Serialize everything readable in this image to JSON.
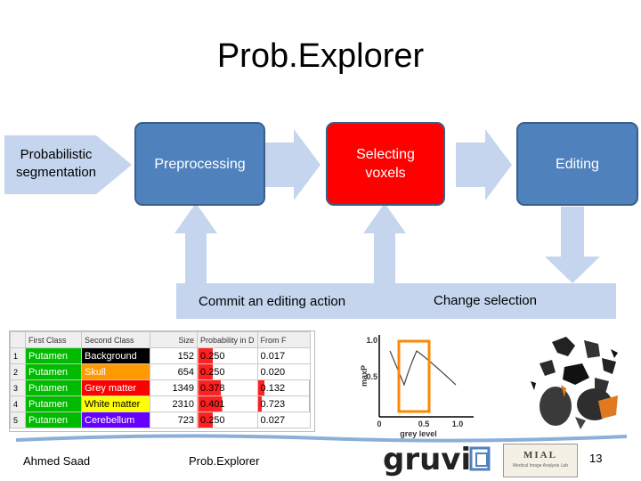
{
  "slide": {
    "title": "Prob.Explorer",
    "page_number": "13"
  },
  "flow": {
    "input_label": "Probabilistic segmentation",
    "preprocessing_label": "Preprocessing",
    "selecting_label": "Selecting voxels",
    "editing_label": "Editing",
    "commit_label": "Commit an editing action",
    "change_label": "Change selection"
  },
  "table": {
    "headers": [
      "First Class",
      "Second Class",
      "Size",
      "Probability in D",
      "From F"
    ],
    "rows": [
      {
        "index": "1",
        "first": "Putamen",
        "second": "Background",
        "size": "152",
        "prob": "0.250",
        "from": "0.017",
        "second_color": "#000000",
        "second_text": "#ffffff"
      },
      {
        "index": "2",
        "first": "Putamen",
        "second": "Skull",
        "size": "654",
        "prob": "0.250",
        "from": "0.020",
        "second_color": "#ff9900",
        "second_text": "#ffffff"
      },
      {
        "index": "3",
        "first": "Putamen",
        "second": "Grey matter",
        "size": "1349",
        "prob": "0.378",
        "from": "0.132",
        "second_color": "#ff0000",
        "second_text": "#ffffff"
      },
      {
        "index": "4",
        "first": "Putamen",
        "second": "White matter",
        "size": "2310",
        "prob": "0.401",
        "from": "0.723",
        "second_color": "#ffff00",
        "second_text": "#000000"
      },
      {
        "index": "5",
        "first": "Putamen",
        "second": "Cerebellum",
        "size": "723",
        "prob": "0.250",
        "from": "0.027",
        "second_color": "#6600ff",
        "second_text": "#ffffff"
      }
    ]
  },
  "plot": {
    "y_axis_label": "maxP",
    "x_axis_label": "grey level",
    "y_ticks": [
      "1.0",
      "0.5"
    ],
    "x_ticks": [
      "0",
      "0.5",
      "1.0"
    ]
  },
  "footer": {
    "author": "Ahmed Saad",
    "project": "Prob.Explorer",
    "logo_text": "gruvi",
    "lab_logo_text": "MIAL",
    "lab_logo_subtitle": "Medical Image Analysis Lab"
  },
  "colors": {
    "box_blue": "#4f81bd",
    "box_red": "#ff0000",
    "arrow_fill": "#c5d5ee",
    "first_class_green": "#00bb00",
    "prob_red": "#ff0000"
  }
}
